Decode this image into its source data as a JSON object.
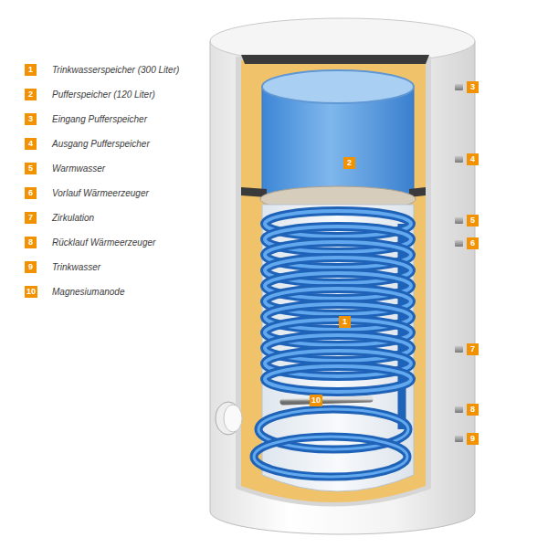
{
  "diagram": {
    "labels": [
      "1",
      "Trinkwasserspeicher (300 Liter)",
      "2",
      "Pufferspeicher (120 Liter)",
      "3",
      "Eingang Pufferspeicher",
      "4",
      "Ausgang Pufferspeicher",
      "5",
      "Warmwasser",
      "6",
      "Vorlauf Wärmeerzeuger",
      "7",
      "Zirkulation",
      "8",
      "Rücklauf Wärmeerzeuger",
      "9",
      "Trinkwasser",
      "10",
      "Magnesiumanode",
      "2",
      "1",
      "10",
      "3",
      "4",
      "5",
      "6",
      "7",
      "8",
      "9"
    ]
  }
}
